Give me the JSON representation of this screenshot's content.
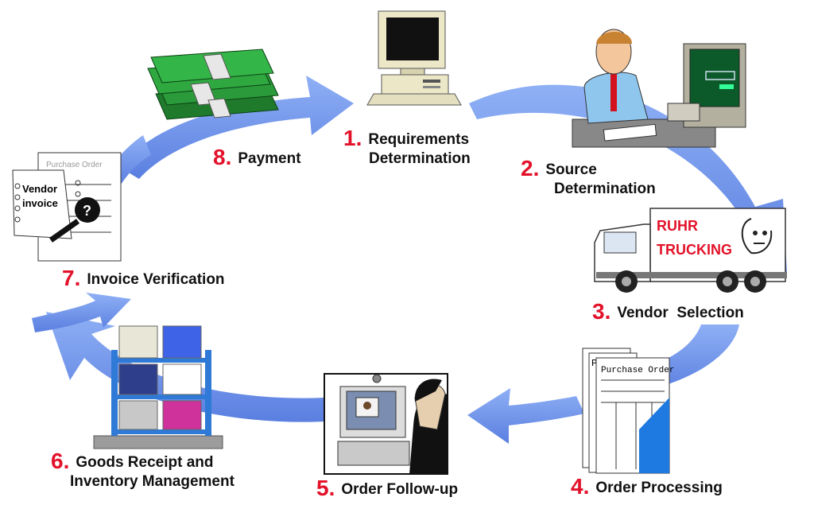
{
  "colors": {
    "arrow": "#6b8fe8",
    "number": "#e3122a",
    "text": "#111111"
  },
  "steps": [
    {
      "num": "1.",
      "line1": "Requirements",
      "line2": "Determination",
      "icon": "desktop-computer-icon"
    },
    {
      "num": "2.",
      "line1": "Source",
      "line2": "Determination",
      "icon": "man-at-computer-icon"
    },
    {
      "num": "3.",
      "line1": "Vendor  Selection",
      "line2": "",
      "icon": "truck-icon"
    },
    {
      "num": "4.",
      "line1": "Order Processing",
      "line2": "",
      "icon": "purchase-order-document-icon"
    },
    {
      "num": "5.",
      "line1": "Order Follow-up",
      "line2": "",
      "icon": "video-call-icon"
    },
    {
      "num": "6.",
      "line1": "Goods Receipt and",
      "line2": "Inventory Management",
      "icon": "warehouse-shelf-icon"
    },
    {
      "num": "7.",
      "line1": "Invoice Verification",
      "line2": "",
      "icon": "vendor-invoice-icon"
    },
    {
      "num": "8.",
      "line1": "Payment",
      "line2": "",
      "icon": "money-stack-icon"
    }
  ],
  "truck": {
    "line1": "RUHR",
    "line2": "TRUCKING"
  },
  "purchase_order": {
    "title": "Purchase Order",
    "back_letter": "P"
  },
  "invoice": {
    "header": "Purchase Order",
    "line1": "Vendor",
    "line2": "invoice",
    "badge": "?"
  }
}
